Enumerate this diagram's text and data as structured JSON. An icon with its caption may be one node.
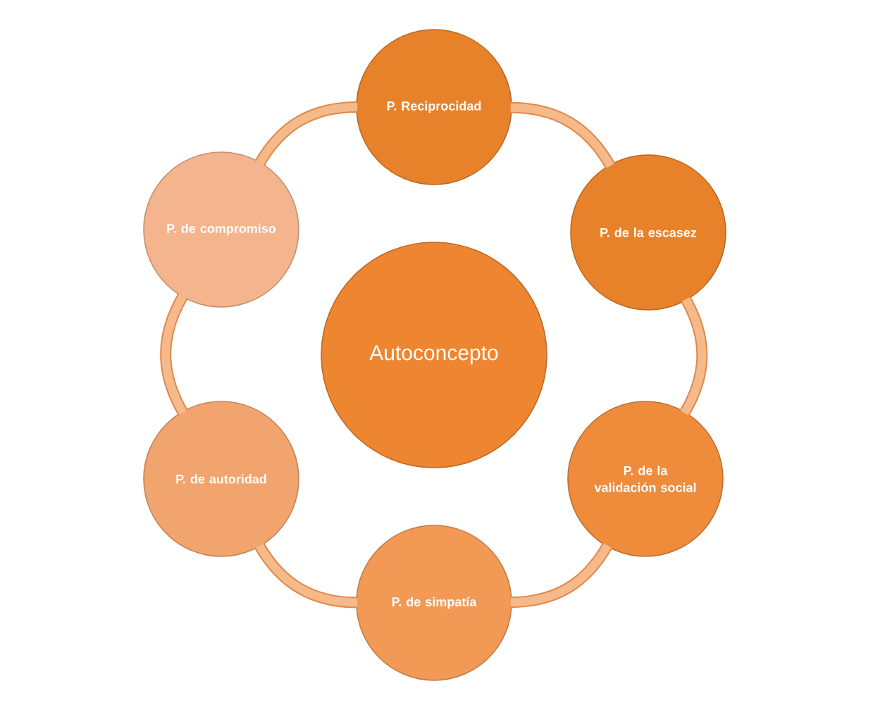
{
  "diagram": {
    "nodes": [
      {
        "text": [
          "Autoconcepto"
        ]
      },
      {
        "text": [
          "P. Reciprocidad"
        ]
      },
      {
        "text": [
          "P. de la escasez"
        ]
      },
      {
        "text": [
          "P. de la validación social"
        ]
      },
      {
        "text": [
          "P. de simpatía"
        ]
      },
      {
        "text": [
          "P. de autoridad"
        ]
      },
      {
        "text": [
          "P. de compromiso"
        ]
      }
    ],
    "edges": [
      {
        "from": 1,
        "to": 2,
        "arrow": "none"
      },
      {
        "from": 2,
        "to": 3,
        "arrow": "none"
      },
      {
        "from": 3,
        "to": 4,
        "arrow": "none"
      },
      {
        "from": 4,
        "to": 5,
        "arrow": "none"
      },
      {
        "from": 5,
        "to": 6,
        "arrow": "none"
      },
      {
        "from": 6,
        "to": 1,
        "arrow": "none"
      }
    ]
  }
}
